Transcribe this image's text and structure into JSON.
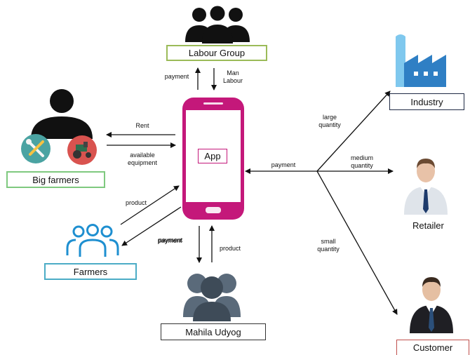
{
  "nodes": {
    "labour_group": "Labour Group",
    "big_farmers": "Big farmers",
    "farmers": "Farmers",
    "app": "App",
    "mahila_udyog": "Mahila Udyog",
    "industry": "Industry",
    "retailer": "Retailer",
    "customer": "Customer"
  },
  "edges": {
    "labour_payment": "payment",
    "labour_man": "Man",
    "labour_labour": "Labour",
    "rent": "Rent",
    "available": "available",
    "equipment": "equipment",
    "farmers_product": "product",
    "farmers_payment": "payment",
    "mahila_payment": "payment",
    "mahila_product": "product",
    "market_payment": "payment",
    "large": "large",
    "large_qty": "quantity",
    "medium": "medium",
    "medium_qty": "quantity",
    "small": "small",
    "small_qty": "quantity"
  },
  "icons": {
    "group": "group-icon",
    "farmer": "farmer-icon",
    "wrench": "tools-icon",
    "tractor": "tractor-icon",
    "people": "people-outline-icon",
    "phone": "smartphone-icon",
    "women": "women-group-icon",
    "factory": "factory-icon",
    "retailer": "businessman-icon",
    "customer": "businessman-dark-icon"
  },
  "colors": {
    "phone": "#c4187a",
    "labour_border": "#9bbb59",
    "bigfarmers_border": "#7fc97f",
    "farmers_border": "#4bacc6",
    "industry_border": "#1f2a44",
    "customer_border": "#c0504d",
    "app_border": "#c4187a",
    "factory": "#3fa9e0",
    "tools_bg": "#4aa3a2",
    "tractor_bg": "#d9534f",
    "people_outline": "#1e8fd0",
    "women": "#5a6a7a"
  }
}
